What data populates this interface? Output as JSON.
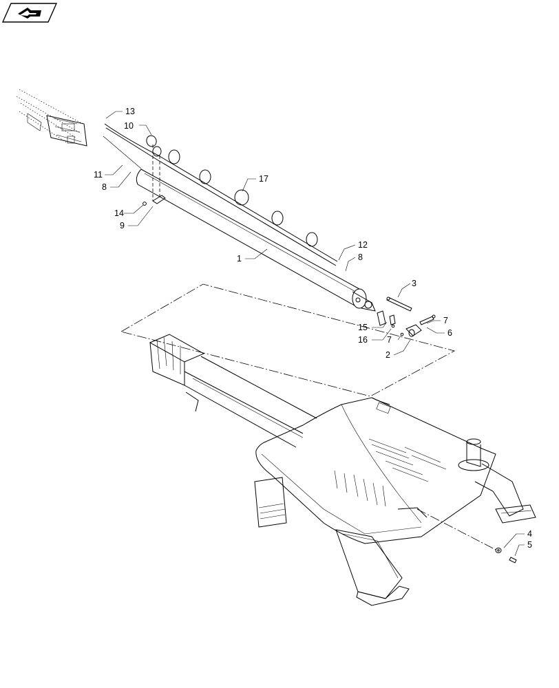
{
  "nav_icon": {
    "name": "arrow-back-icon"
  },
  "callouts": [
    "13",
    "10",
    "11",
    "8",
    "14",
    "9",
    "17",
    "1",
    "12",
    "8",
    "3",
    "15",
    "16",
    "7",
    "7",
    "6",
    "2",
    "4",
    "5"
  ]
}
